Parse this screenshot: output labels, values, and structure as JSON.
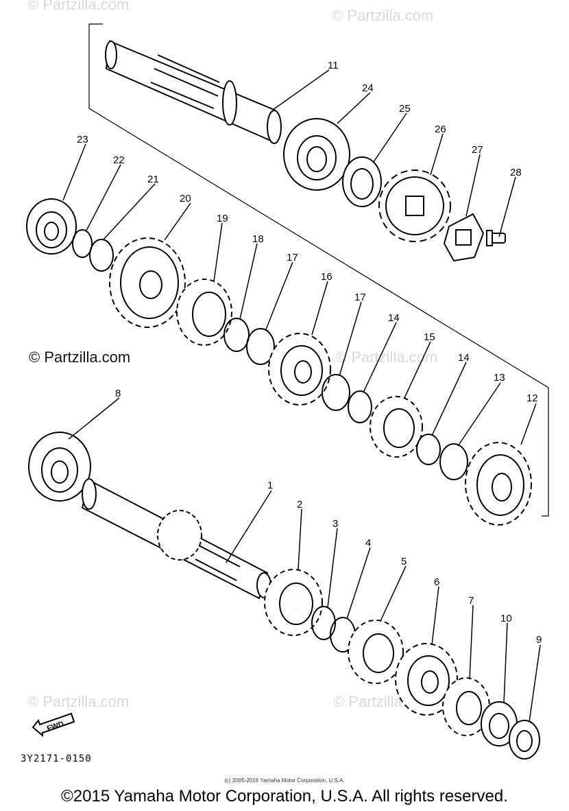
{
  "watermarks": [
    "© Partzilla.com",
    "© Partzilla.com",
    "© Partzilla.com",
    "© Partzilla.com",
    "© Partzilla.com",
    "© Partzilla.com"
  ],
  "diagram_code": "3Y2171-0150",
  "small_copyright": "(c) 2005-2016 Yamaha Motor Corporation, U.S.A.",
  "footer_copyright": "©2015 Yamaha Motor Corporation, U.S.A. All rights reserved.",
  "fwd_label": "FWD",
  "callouts": [
    "1",
    "2",
    "3",
    "4",
    "5",
    "6",
    "7",
    "8",
    "9",
    "10",
    "11",
    "12",
    "13",
    "14",
    "15",
    "16",
    "17",
    "17",
    "18",
    "19",
    "20",
    "21",
    "22",
    "23",
    "24",
    "25",
    "26",
    "27",
    "28",
    "14"
  ]
}
